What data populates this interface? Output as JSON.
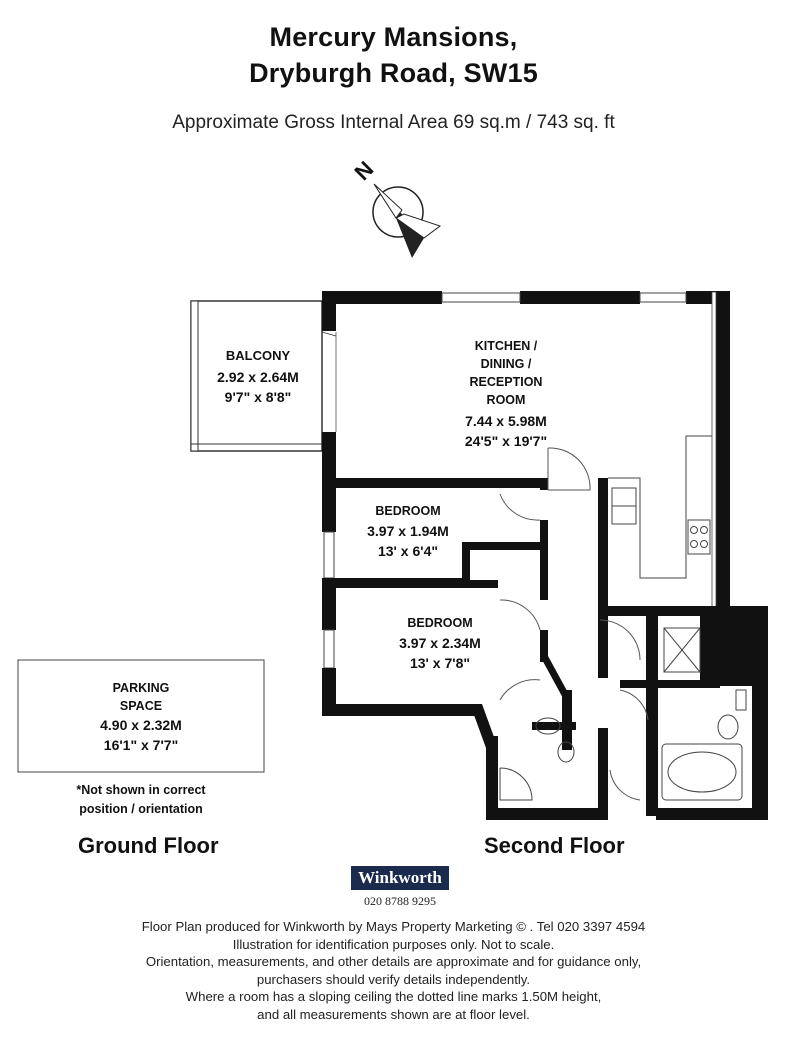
{
  "header": {
    "title_line1": "Mercury Mansions,",
    "title_line2": "Dryburgh Road, SW15",
    "area": "Approximate Gross Internal Area 69 sq.m  /  743 sq. ft"
  },
  "compass": {
    "label": "N"
  },
  "rooms": {
    "balcony": {
      "name": "BALCONY",
      "metric": "2.92 x 2.64M",
      "imperial": "9'7\" x 8'8\""
    },
    "kitchen": {
      "name_line1": "KITCHEN /",
      "name_line2": "DINING /",
      "name_line3": "RECEPTION",
      "name_line4": "ROOM",
      "metric": "7.44 x 5.98M",
      "imperial": "24'5\" x 19'7\""
    },
    "bedroom1": {
      "name": "BEDROOM",
      "metric": "3.97 x 1.94M",
      "imperial": "13' x 6'4\""
    },
    "bedroom2": {
      "name": "BEDROOM",
      "metric": "3.97 x 2.34M",
      "imperial": "13' x 7'8\""
    },
    "parking": {
      "name_line1": "PARKING",
      "name_line2": "SPACE",
      "metric": "4.90 x 2.32M",
      "imperial": "16'1\" x 7'7\""
    }
  },
  "parking_note": {
    "line1": "*Not shown in correct",
    "line2": "position / orientation"
  },
  "floors": {
    "ground": "Ground Floor",
    "second": "Second Floor"
  },
  "agent": {
    "logo_text": "Winkworth",
    "phone": "020 8788 9295",
    "brand_color": "#1b2b4d"
  },
  "footer": {
    "line1": "Floor Plan produced for Winkworth by Mays Property Marketing  © . Tel 020 3397 4594",
    "line2": "Illustration for identification purposes only. Not to scale.",
    "line3": "Orientation, measurements, and other details are approximate and for guidance only,",
    "line4": "purchasers should verify details independently.",
    "line5": "Where a room has a sloping ceiling the dotted line marks 1.50M height,",
    "line6": "and all measurements shown are at floor level."
  }
}
